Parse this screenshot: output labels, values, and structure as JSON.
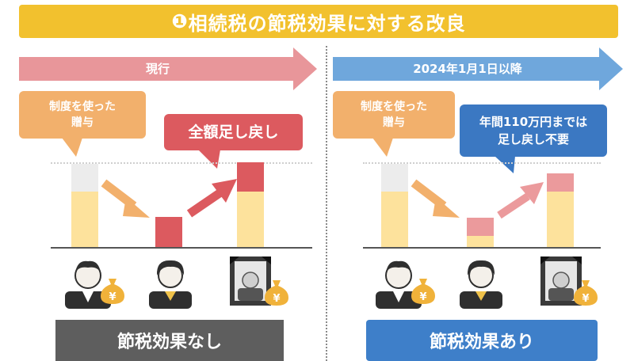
{
  "title": {
    "number": "❶",
    "text": "相続税の節税効果に対する改良"
  },
  "left": {
    "header": "現行",
    "header_color": "#e8969a",
    "gift_bubble": {
      "line1": "制度を使った",
      "line2": "贈与",
      "color": "#f2b06c"
    },
    "result_bubble": {
      "text": "全額足し戻し",
      "color": "#dc5a5f"
    },
    "footer": {
      "text": "節税効果なし",
      "color": "#5e5e5e"
    }
  },
  "right": {
    "header": "2024年1月1日以降",
    "header_color": "#6fa7dc",
    "gift_bubble": {
      "line1": "制度を使った",
      "line2": "贈与",
      "color": "#f2b06c"
    },
    "result_bubble": {
      "line1": "年間110万円までは",
      "line2": "足し戻し不要",
      "color": "#3b78c2"
    },
    "footer": {
      "text": "節税効果あり",
      "color": "#3e7fc9"
    }
  },
  "money_bag": {
    "symbol": "¥",
    "color": "#f0b23a"
  },
  "colors": {
    "bar_gray": "#ececec",
    "bar_yellow": "#fde29c",
    "bar_red": "#dc5a5f",
    "bar_pink": "#eb9a9c",
    "arrow_orange": "#f2b06c",
    "arrow_red": "#dc5a5f",
    "arrow_pink": "#eb9a9c"
  }
}
